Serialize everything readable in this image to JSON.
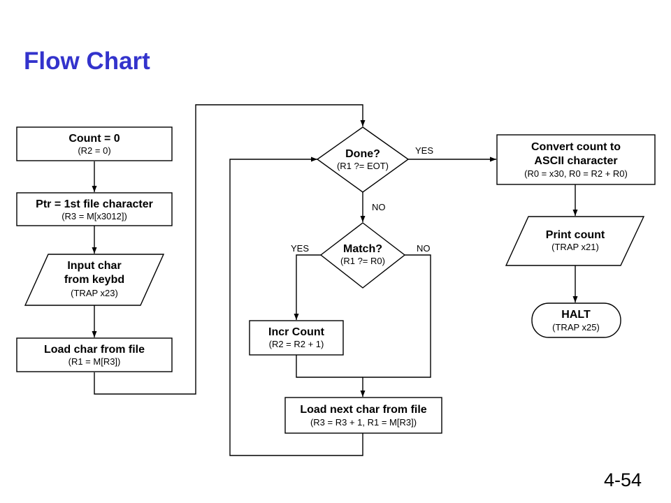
{
  "title": "Flow Chart",
  "page_number": "4-54",
  "nodes": {
    "count_init": {
      "title": "Count = 0",
      "detail": "(R2 = 0)"
    },
    "ptr_init": {
      "title": "Ptr = 1st file character",
      "detail": "(R3 = M[x3012])"
    },
    "input_char": {
      "title_line1": "Input char",
      "title_line2": "from keybd",
      "detail": "(TRAP x23)"
    },
    "load_char": {
      "title": "Load char from file",
      "detail": "(R1 = M[R3])"
    },
    "done_check": {
      "title": "Done?",
      "detail": "(R1 ?= EOT)"
    },
    "match_check": {
      "title": "Match?",
      "detail": "(R1 ?= R0)"
    },
    "incr_count": {
      "title": "Incr Count",
      "detail": "(R2 = R2 + 1)"
    },
    "load_next": {
      "title": "Load next char from file",
      "detail": "(R3 = R3 + 1, R1 = M[R3])"
    },
    "convert_count": {
      "title_line1": "Convert count to",
      "title_line2": "ASCII character",
      "detail": "(R0 = x30, R0 = R2 + R0)"
    },
    "print_count": {
      "title": "Print count",
      "detail": "(TRAP x21)"
    },
    "halt": {
      "title": "HALT",
      "detail": "(TRAP x25)"
    }
  },
  "edge_labels": {
    "done_yes": "YES",
    "done_no": "NO",
    "match_yes": "YES",
    "match_no": "NO"
  }
}
